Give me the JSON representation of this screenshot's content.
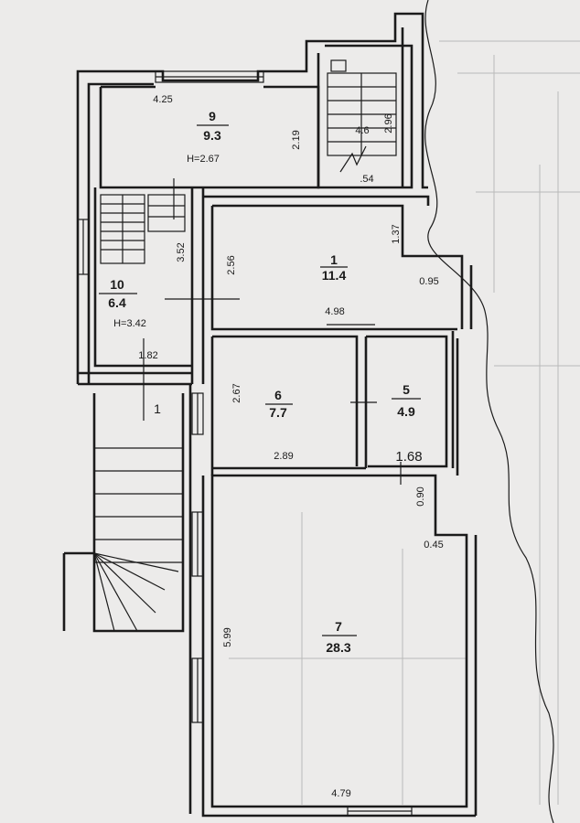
{
  "rooms": [
    {
      "number": "9",
      "area": "9.3",
      "height": "H=2.67"
    },
    {
      "number": "10",
      "area": "6.4",
      "height": "H=3.42"
    },
    {
      "number": "1",
      "area": "11.4"
    },
    {
      "number": "6",
      "area": "7.7"
    },
    {
      "number": "5",
      "area": "4.9"
    },
    {
      "number": "7",
      "area": "28.3"
    }
  ],
  "porch_label": "1",
  "dimensions": {
    "r9_width": "4.25",
    "r9_depth": "2.19",
    "stair_a": "4.6",
    "stair_b": "2.96",
    "stair_c": ".54",
    "r10_depth": "3.52",
    "r10_width": "1.82",
    "r1_left": "2.56",
    "r1_width": "4.98",
    "r1_right": "1.37",
    "corridor": "0.95",
    "r6_depth": "2.67",
    "r6_width": "2.89",
    "r5_width": "1.68",
    "door": "0.90",
    "niche": "0.45",
    "r7_depth": "5.99",
    "r7_width": "4.79"
  }
}
